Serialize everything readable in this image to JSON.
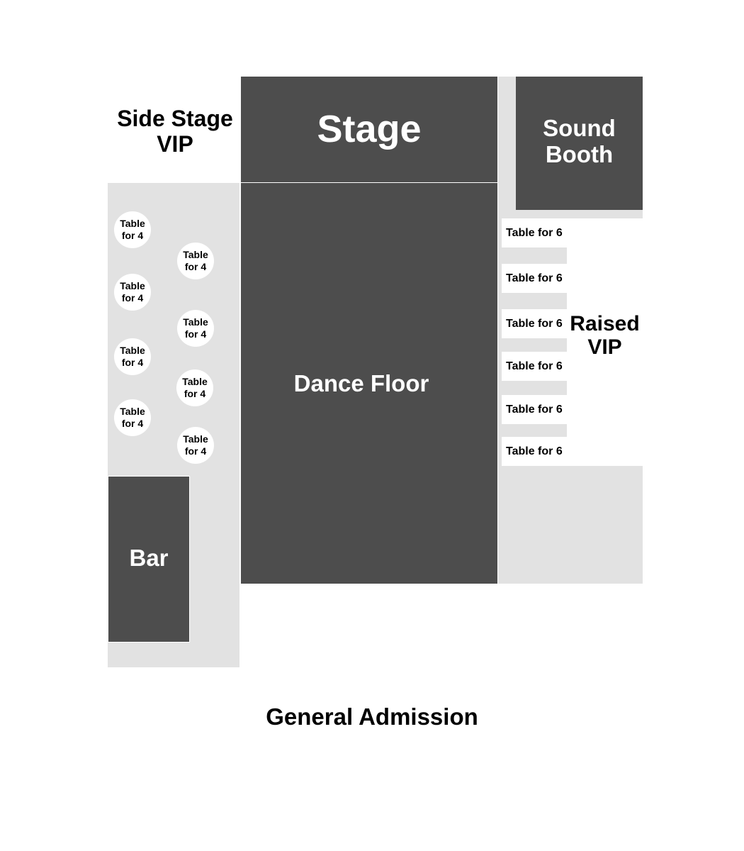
{
  "areas": {
    "stage": "Stage",
    "dance_floor": "Dance Floor",
    "sound_booth": "Sound\nBooth",
    "raised_vip": "Raised\nVIP",
    "side_stage_vip": "Side Stage\nVIP",
    "bar": "Bar",
    "general_admission": "General Admission"
  },
  "tables_for_4": [
    "Table\nfor 4",
    "Table\nfor 4",
    "Table\nfor 4",
    "Table\nfor 4",
    "Table\nfor 4",
    "Table\nfor 4",
    "Table\nfor 4",
    "Table\nfor 4"
  ],
  "tables_for_6": [
    "Table for 6",
    "Table for 6",
    "Table for 6",
    "Table for 6",
    "Table for 6",
    "Table for 6"
  ],
  "colors": {
    "dark_zone": "#4d4d4d",
    "light_zone": "#e2e2e2",
    "table": "#ffffff"
  }
}
